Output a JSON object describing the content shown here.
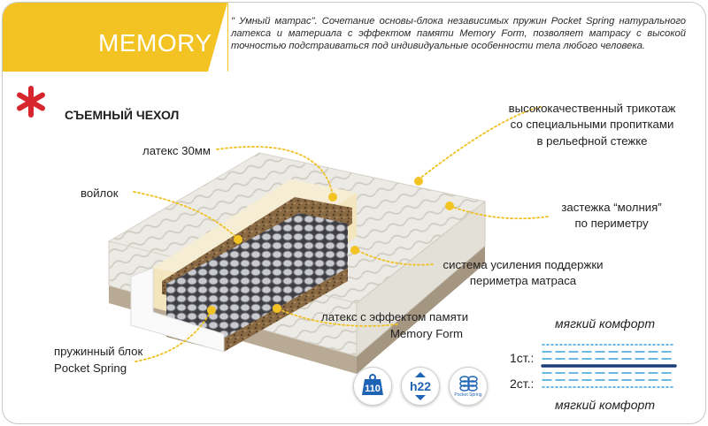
{
  "product": {
    "title": "MEMORY",
    "description": "\" Умный матрас\". Сочетание основы-блока независимых пружин Pocket Spring натурального латекса и материала с эффектом памяти Memory Form, позволяет матрасу с высокой точностью подстраиваться под индивидуальные особенности тела любого человека."
  },
  "cover_label": "СЪЕМНЫЙ ЧЕХОЛ",
  "callouts": {
    "latex": "латекс 30мм",
    "felt": "войлок",
    "spring_line1": "пружинный блок",
    "spring_line2": "Pocket Spring",
    "knit_line1": "высококачественный трикотаж",
    "knit_line2": "со специальными пропитками",
    "knit_line3": "в рельефной стежке",
    "zipper_line1": "застежка “молния”",
    "zipper_line2": "по периметру",
    "perimeter_line1": "система усиления поддержки",
    "perimeter_line2": "периметра матраса",
    "memory_line1": "латекс с эффектом памяти",
    "memory_line2": "Memory Form"
  },
  "badges": {
    "load": "110",
    "height": "h22",
    "pocket": "Pocket Spring"
  },
  "firmness": {
    "top": "мягкий комфорт",
    "bottom": "мягкий комфорт",
    "side1": "1ст.:",
    "side2": "2ст.:"
  },
  "colors": {
    "banner": "#f3c323",
    "asterisk": "#d7262e",
    "dots": "#f0c020",
    "badge_blue": "#1f64b4",
    "scheme_dark": "#1c3d7c",
    "scheme_light": "#3aa0dc"
  }
}
